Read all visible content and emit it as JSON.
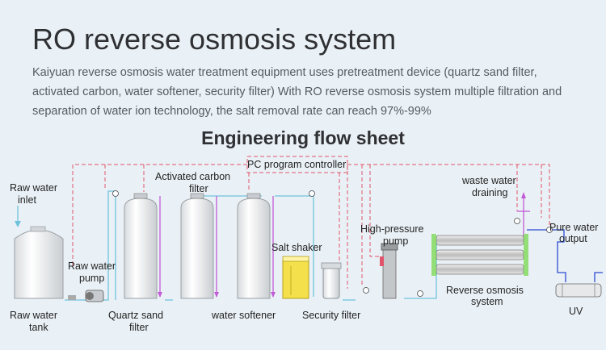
{
  "header": {
    "title": "RO reverse osmosis system",
    "description": "Kaiyuan reverse osmosis water treatment equipment uses pretreatment device (quartz sand filter, activated carbon, water softener, security filter) With RO reverse osmosis system multiple filtration and separation of water ion technology, the salt removal rate can reach 97%-99%",
    "subtitle": "Engineering flow sheet"
  },
  "diagram": {
    "labels": {
      "pc_controller": "PC program controller",
      "raw_inlet_1": "Raw water",
      "raw_inlet_2": "inlet",
      "activated_carbon_1": "Activated carbon",
      "activated_carbon_2": "filter",
      "raw_pump_1": "Raw water",
      "raw_pump_2": "pump",
      "raw_tank_1": "Raw water",
      "raw_tank_2": "tank",
      "quartz_1": "Quartz sand",
      "quartz_2": "filter",
      "softener": "water softener",
      "salt_shaker": "Salt shaker",
      "security_filter": "Security filter",
      "hp_pump_1": "High-pressure",
      "hp_pump_2": "pump",
      "waste_1": "waste water",
      "waste_2": "draining",
      "pure_1": "Pure water",
      "pure_2": "output",
      "ro_1": "Reverse osmosis",
      "ro_2": "system",
      "uv": "UV"
    },
    "colors": {
      "control_line": "#e0556a",
      "water_line": "#6fc3dc",
      "drain_line": "#c25bd6",
      "pure_line": "#2b4bd1",
      "salt_tank": "#f4e04a"
    }
  }
}
